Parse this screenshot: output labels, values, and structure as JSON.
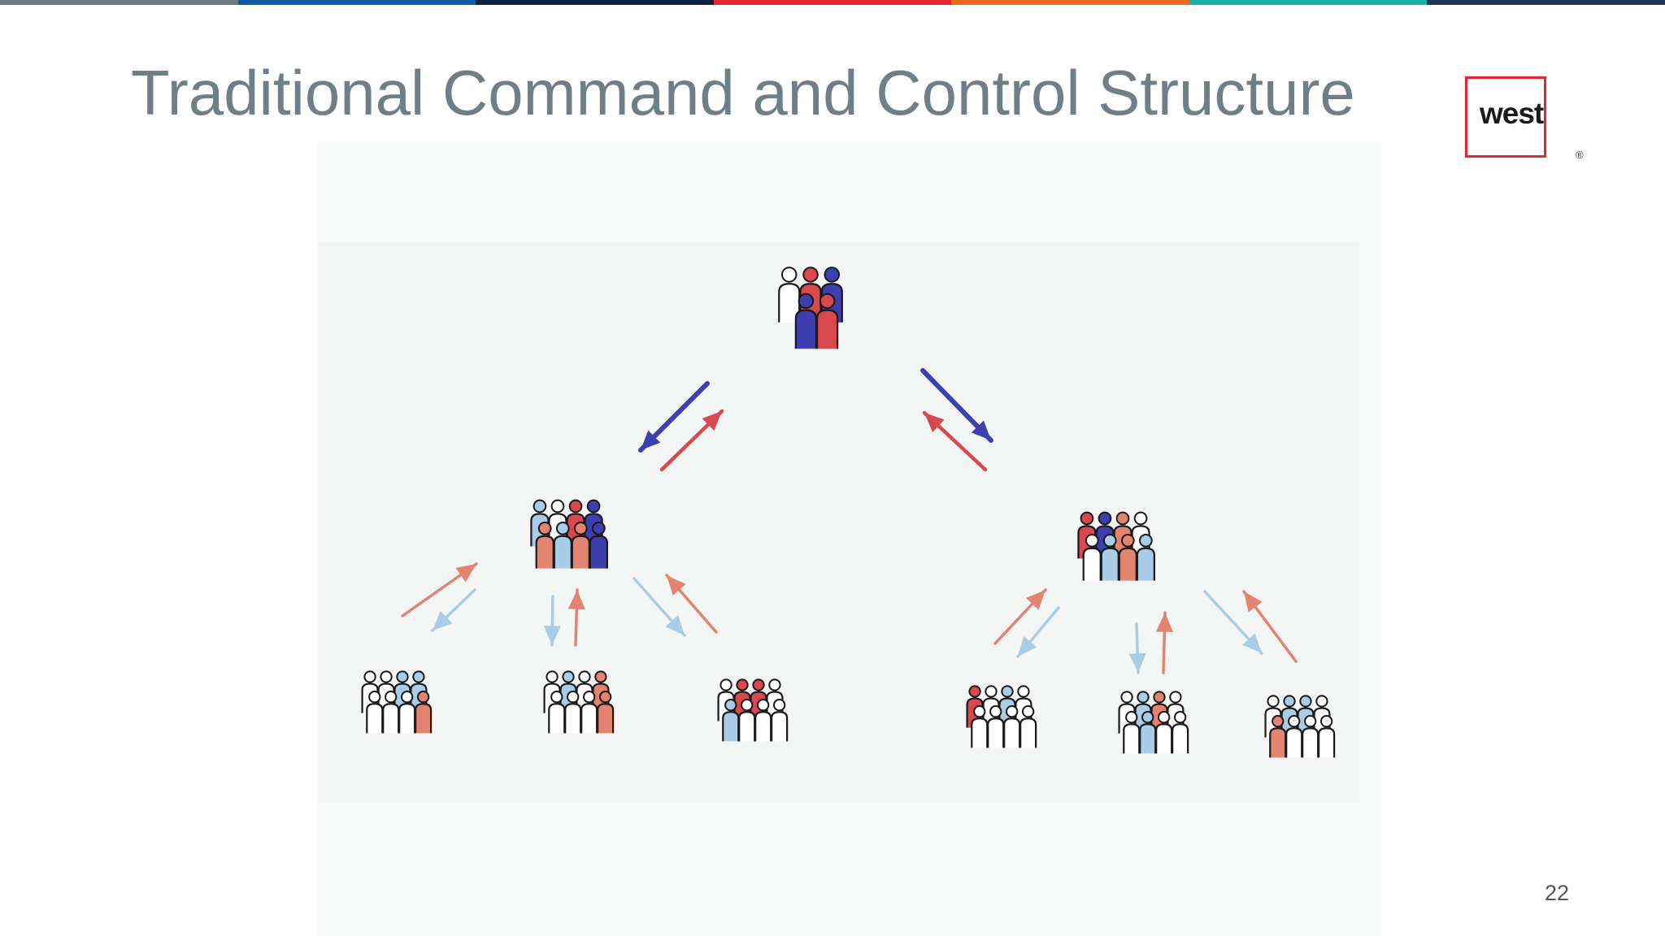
{
  "slide": {
    "title": "Traditional Command and Control Structure",
    "page_number": "22"
  },
  "logo": {
    "text": "west",
    "registered": "®",
    "border_color": "#e8242d"
  },
  "stripe_colors": [
    "#6f7a80",
    "#0c5aa8",
    "#0d1f3c",
    "#e8242d",
    "#eb6a21",
    "#19b0a6",
    "#1b3456"
  ],
  "colors": {
    "dark_blue": "#3d3fae",
    "red": "#d9474f",
    "light_blue": "#a9cde6",
    "salmon": "#e28470",
    "outline": "#1a1a1a"
  },
  "diagram": {
    "nodes": [
      {
        "id": "top-group",
        "level": "top"
      },
      {
        "id": "mid-left-group",
        "level": "middle"
      },
      {
        "id": "mid-right-group",
        "level": "middle"
      },
      {
        "id": "team-1",
        "level": "bottom"
      },
      {
        "id": "team-2",
        "level": "bottom"
      },
      {
        "id": "team-3",
        "level": "bottom"
      },
      {
        "id": "team-4",
        "level": "bottom"
      },
      {
        "id": "team-5",
        "level": "bottom"
      },
      {
        "id": "team-6",
        "level": "bottom"
      }
    ]
  }
}
